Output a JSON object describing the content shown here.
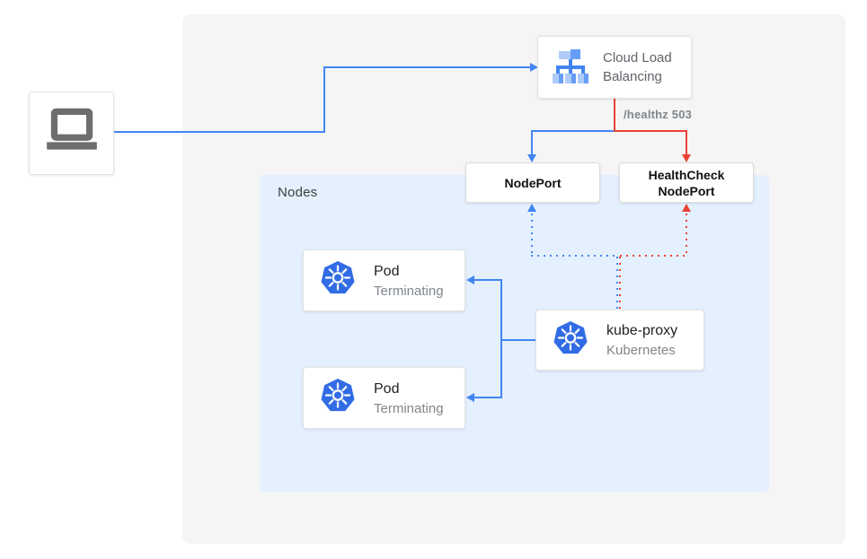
{
  "nodes_group": {
    "label": "Nodes"
  },
  "cards": {
    "cloud_load_balancing": {
      "line1": "Cloud Load",
      "line2": "Balancing"
    },
    "nodeport": {
      "label": "NodePort"
    },
    "healthcheck_nodeport": {
      "line1": "HealthCheck",
      "line2": "NodePort"
    },
    "pod1": {
      "title": "Pod",
      "status": "Terminating"
    },
    "pod2": {
      "title": "Pod",
      "status": "Terminating"
    },
    "kube_proxy": {
      "title": "kube-proxy",
      "subtitle": "Kubernetes"
    }
  },
  "labels": {
    "healthz": "/healthz 503"
  },
  "icons": {
    "client": "laptop-icon",
    "load_balancer": "load-balancer-icon",
    "pod": "kubernetes-icon",
    "kube_proxy": "kubernetes-icon"
  },
  "colors": {
    "traffic_blue": "#4285f4",
    "error_red": "#ea4335",
    "kubernetes_blue": "#326ce5",
    "panel_background": "#f5f5f5",
    "nodes_background": "#e4f0fd",
    "title_text": "#202124",
    "secondary_text": "#80868b"
  }
}
